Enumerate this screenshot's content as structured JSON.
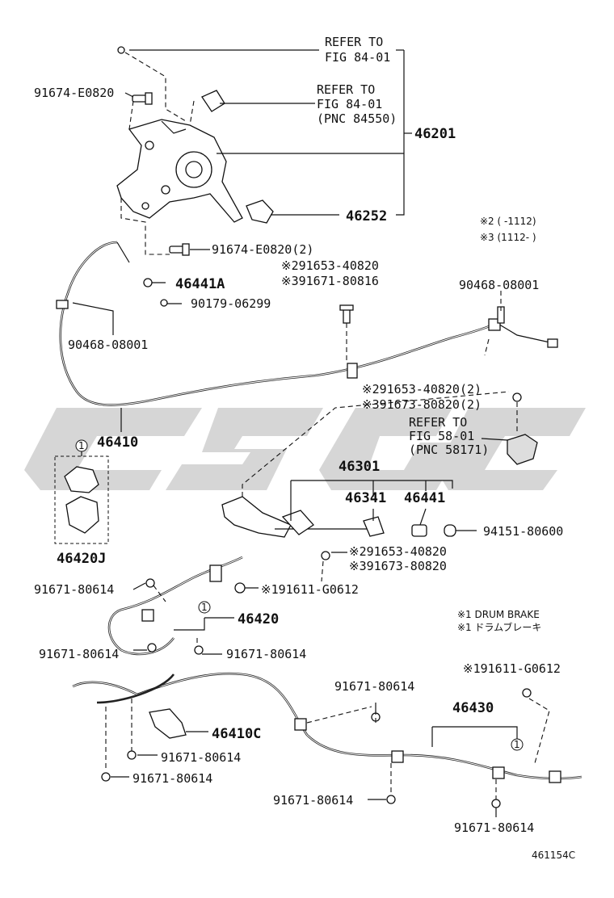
{
  "watermark": {
    "text": "GSG",
    "color": "#c8c8c8"
  },
  "notes": {
    "legend_a": "※2 (   -1112)",
    "legend_b": "※3 (1112-   )",
    "drum_en": "※1 DRUM BRAKE",
    "drum_jp": "※1 ドラムブレーキ"
  },
  "refs": {
    "refer1_a": "REFER TO",
    "refer1_b": "FIG 84-01",
    "refer2_a": "REFER TO",
    "refer2_b": "FIG 84-01",
    "refer2_c": "(PNC 84550)",
    "refer3_a": "REFER TO",
    "refer3_b": "FIG 58-01",
    "refer3_c": "(PNC 58171)"
  },
  "labels": {
    "p46201": "46201",
    "p46252": "46252",
    "p91674a": "91674-E0820",
    "p91674b": "91674-E0820(2)",
    "p46441A": "46441A",
    "p90179": "90179-06299",
    "p90468a": "90468-08001",
    "p90468b": "90468-08001",
    "p91653a": "※291653-40820",
    "p91671a": "※391671-80816",
    "p91653b": "※291653-40820(2)",
    "p91673a": "※391673-80820(2)",
    "p46410": "46410",
    "p46420J": "46420J",
    "p46301": "46301",
    "p46341": "46341",
    "p46441": "46441",
    "p94151": "94151-80600",
    "p91653c": "※291653-40820",
    "p91673b": "※391673-80820",
    "p91671_1": "91671-80614",
    "p91611a": "※191611-G0612",
    "p46420": "46420",
    "p91671_2": "91671-80614",
    "p91671_3": "91671-80614",
    "p91611b": "※191611-G0612",
    "p91671_4": "91671-80614",
    "p46430": "46430",
    "p46410C": "46410C",
    "p91671_5": "91671-80614",
    "p91671_6": "91671-80614",
    "p91671_7": "91671-80614",
    "p91671_8": "91671-80614",
    "circ1": "1",
    "circ2": "1",
    "circ3": "1",
    "fig_code": "461154C"
  }
}
